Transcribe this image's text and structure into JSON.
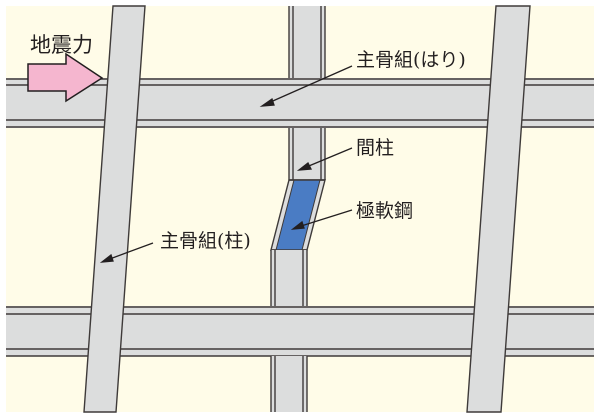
{
  "figure": {
    "background_color": "#fffce8",
    "member_fill": "#dcdddd",
    "line_color": "#3e3a39",
    "damper_color": "#4a7cc4",
    "arrow_color": "#f5b6cf"
  },
  "labels": {
    "seismic_force": "地震力",
    "main_frame_beam": "主骨組(はり)",
    "stud_column": "間柱",
    "ultra_soft_steel": "極軟鋼",
    "main_frame_column": "主骨組(柱)"
  }
}
